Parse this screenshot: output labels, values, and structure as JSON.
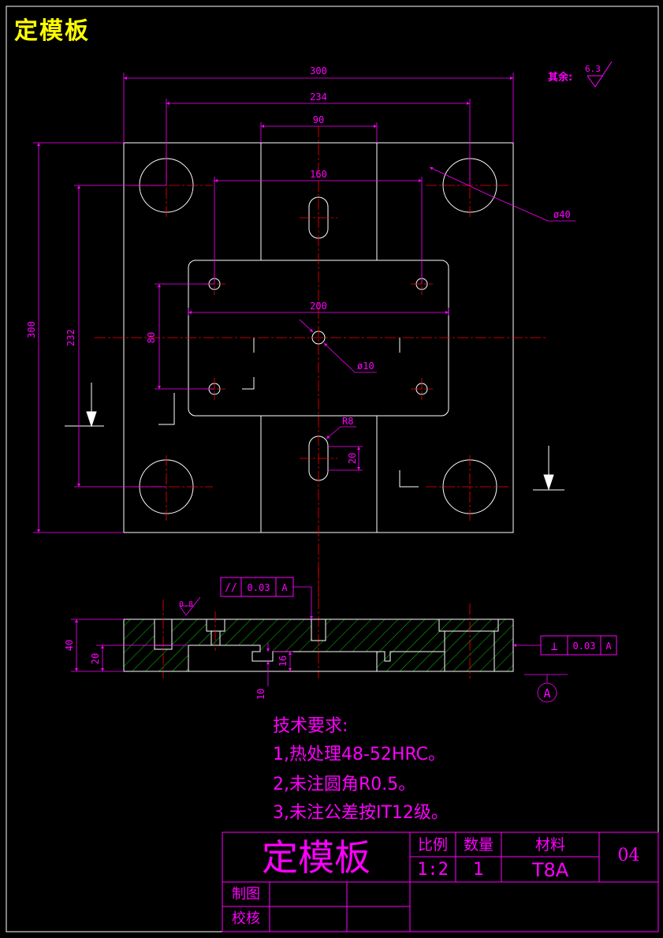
{
  "sheet": {
    "title": "定模板",
    "colors": {
      "background": "#000000",
      "outline": "#ffffff",
      "dimension": "#ff00ff",
      "centerline": "#ff0000",
      "hatch": "#00ff00",
      "title": "#ffff00",
      "note": "#ff00ff"
    }
  },
  "plan_view": {
    "dimensions": {
      "width_300": "300",
      "pitch_234": "234",
      "slot_90": "90",
      "pitch_160": "160",
      "inset_200": "200",
      "height_300": "300",
      "height_232": "232",
      "pitch_80": "80",
      "hole_dia_40": "ø40",
      "hole_dia_10": "ø10",
      "radius_r8": "R8",
      "slot_20": "20"
    },
    "roughness": {
      "prefix": "其余:",
      "value": "6.3"
    }
  },
  "section_view": {
    "parallelism_frame": {
      "symbol": "//",
      "tolerance": "0.03",
      "datum": "A"
    },
    "perpendicularity_frame": {
      "symbol": "⊥",
      "tolerance": "0.03",
      "datum": "A"
    },
    "datum_label": "A",
    "roughness_value": "0.8",
    "dimensions": {
      "thickness_40": "40",
      "step_20": "20",
      "depth_16": "16",
      "depth_10": "10"
    }
  },
  "tech_requirements": {
    "title": "技术要求:",
    "items": [
      "1,热处理48-52HRC。",
      "2,未注圆角R0.5。",
      "3,未注公差按IT12级。"
    ]
  },
  "title_block": {
    "part_name": "定模板",
    "scale_label": "比例",
    "scale_value": "1:2",
    "qty_label": "数量",
    "qty_value": "1",
    "material_label": "材料",
    "material_value": "T8A",
    "drawing_no": "04",
    "drawn_label": "制图",
    "checked_label": "校核"
  }
}
